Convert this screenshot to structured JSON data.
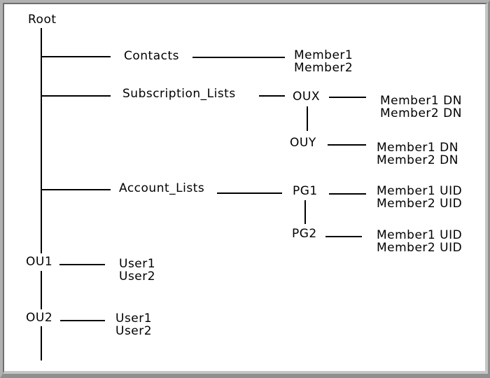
{
  "tree": {
    "root": {
      "label": "Root"
    },
    "contacts": {
      "label": "Contacts",
      "members": [
        "Member1",
        "Member2"
      ]
    },
    "subscription_lists": {
      "label": "Subscription_Lists",
      "groups": [
        {
          "label": "OUX",
          "members": [
            "Member1 DN",
            "Member2 DN"
          ]
        },
        {
          "label": "OUY",
          "members": [
            "Member1 DN",
            "Member2 DN"
          ]
        }
      ]
    },
    "account_lists": {
      "label": "Account_Lists",
      "groups": [
        {
          "label": "PG1",
          "members": [
            "Member1 UID",
            "Member2 UID"
          ]
        },
        {
          "label": "PG2",
          "members": [
            "Member1 UID",
            "Member2 UID"
          ]
        }
      ]
    },
    "org_units": [
      {
        "label": "OU1",
        "members": [
          "User1",
          "User2"
        ]
      },
      {
        "label": "OU2",
        "members": [
          "User1",
          "User2"
        ]
      }
    ]
  },
  "colors": {
    "background": "#ffffff",
    "text": "#000000",
    "line": "#000000",
    "frame_outer_top_left": "#b1b1b1",
    "frame_outer_bottom_right": "#8f8f8f",
    "frame_inner_top_left": "#6e6e6e",
    "frame_inner_bottom_right": "#c6c6c6"
  }
}
